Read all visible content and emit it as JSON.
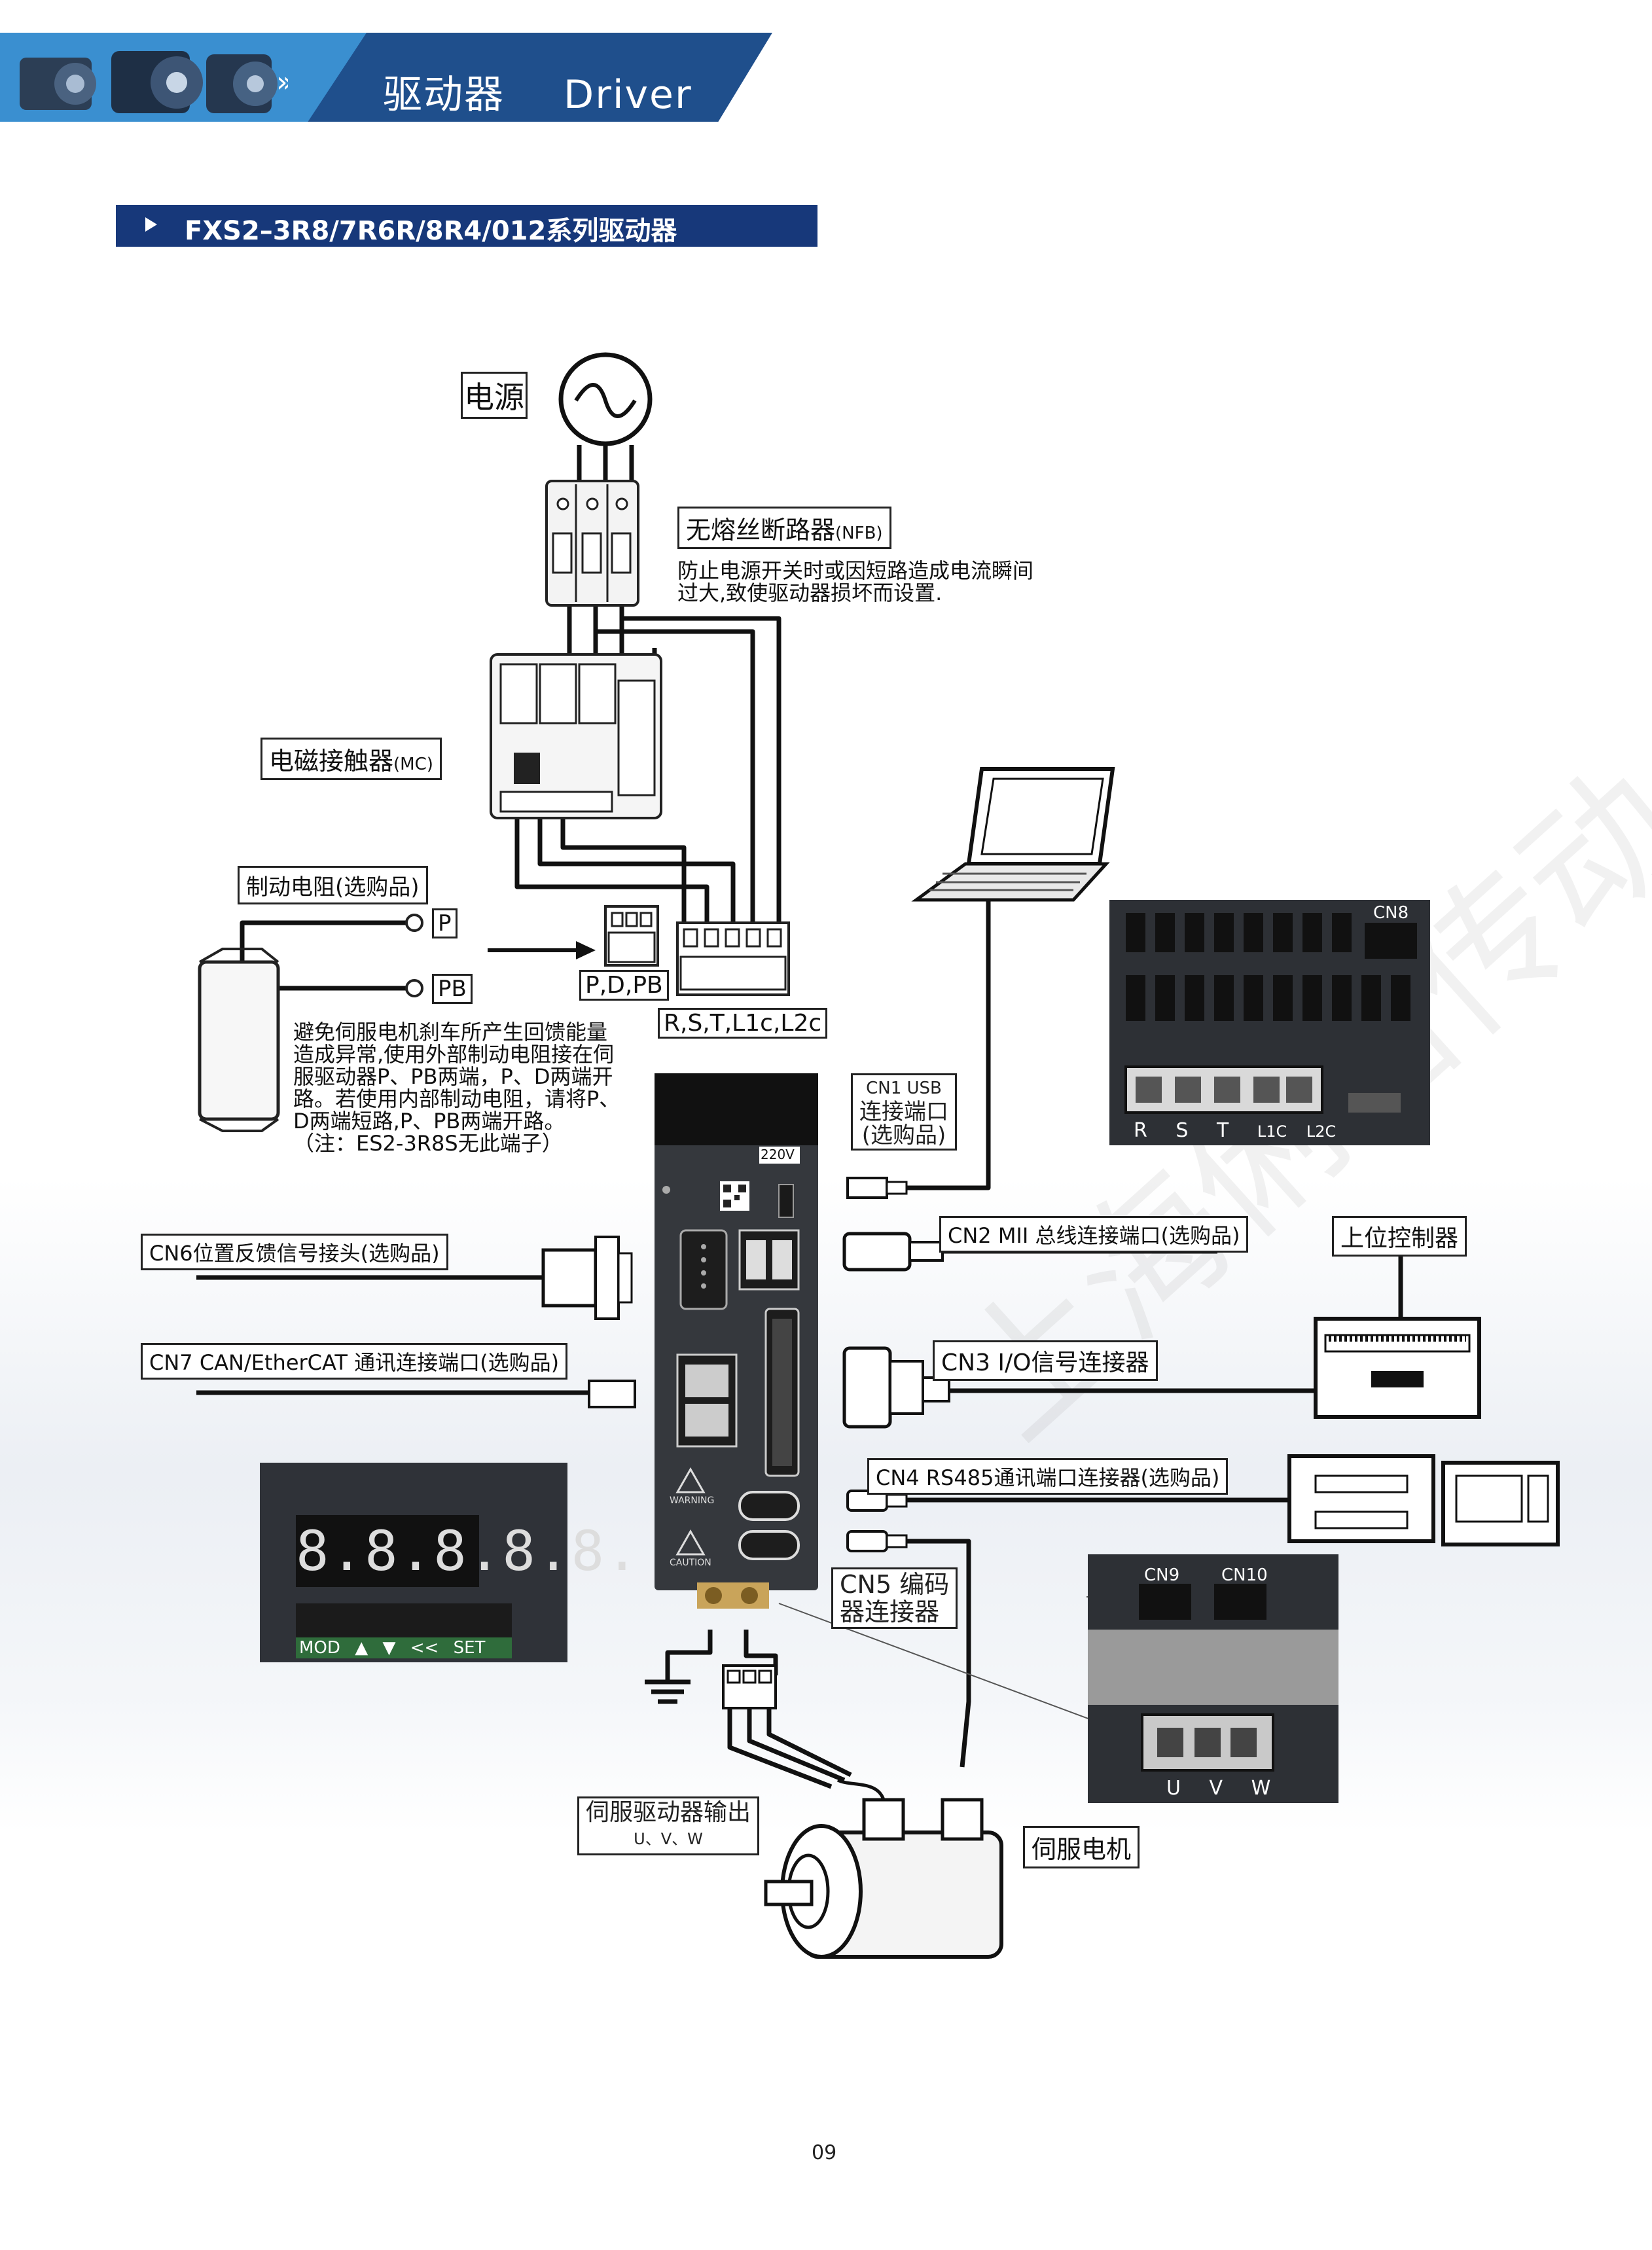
{
  "header": {
    "title_cn": "驱动器",
    "title_en": "Driver"
  },
  "section": {
    "title": "FXS2–3R8/7R6R/8R4/012系列驱动器"
  },
  "power": {
    "label": "电源"
  },
  "nfb": {
    "label": "无熔丝断路器",
    "suffix": "(NFB)",
    "desc_line1": "防止电源开关时或因短路造成电流瞬间",
    "desc_line2": "过大,致使驱动器损坏而设置."
  },
  "mc": {
    "label": "电磁接触器",
    "suffix": "(MC)"
  },
  "brake": {
    "label": "制动电阻(选购品)",
    "p": "P",
    "pb": "PB",
    "terminal_label": "P,D,PB",
    "note_lines": [
      "避免伺服电机刹车所产生回馈能量",
      "造成异常,使用外部制动电阻接在伺",
      "服驱动器P、PB两端，P、D两端开",
      "路。若使用内部制动电阻，请将P、",
      "D两端短路,P、PB两端开路。",
      "（注：ES2-3R8S无此端子）"
    ]
  },
  "rst_terminal": {
    "label": "R,S,T,L1c,L2c"
  },
  "cn8_panel": {
    "title": "CN8",
    "terms": [
      "R",
      "S",
      "T",
      "L1C",
      "L2C"
    ]
  },
  "cn1": {
    "line1": "CN1 USB",
    "line2": "连接端口",
    "line3": "(选购品)"
  },
  "cn2": {
    "label": "CN2 MII 总线连接端口(选购品)"
  },
  "host": {
    "label": "上位控制器"
  },
  "cn6": {
    "label": "CN6位置反馈信号接头(选购品)"
  },
  "cn7": {
    "label": "CN7 CAN/EtherCAT 通讯连接端口(选购品)"
  },
  "cn3": {
    "label": "CN3 I/O信号连接器"
  },
  "cn4": {
    "label": "CN4 RS485通讯端口连接器(选购品)"
  },
  "cn5": {
    "line1": "CN5 编码",
    "line2": "器连接器"
  },
  "cn9_panel": {
    "cn9": "CN9",
    "cn10": "CN10",
    "terms": [
      "U",
      "V",
      "W"
    ]
  },
  "display": {
    "digits": "8.8.8.8.8.",
    "keys": [
      "MOD",
      "▲",
      "▼",
      "<<",
      "SET"
    ]
  },
  "driver": {
    "voltage": "220V",
    "ports": [
      "CN1",
      "CN2",
      "CN6",
      "CN3",
      "CN7",
      "CN4",
      "CN5"
    ],
    "warning": "WARNING",
    "caution": "CAUTION"
  },
  "output": {
    "label": "伺服驱动器输出",
    "sub": "U、V、W"
  },
  "motor": {
    "label": "伺服电机"
  },
  "page": {
    "number": "09"
  },
  "watermark": {
    "text": "上海俐信传动"
  },
  "colors": {
    "header_blue": "#1f4f8c",
    "header_light": "#3a8fd0",
    "section_blue": "#17387a",
    "panel_dark": "#2d3035"
  }
}
